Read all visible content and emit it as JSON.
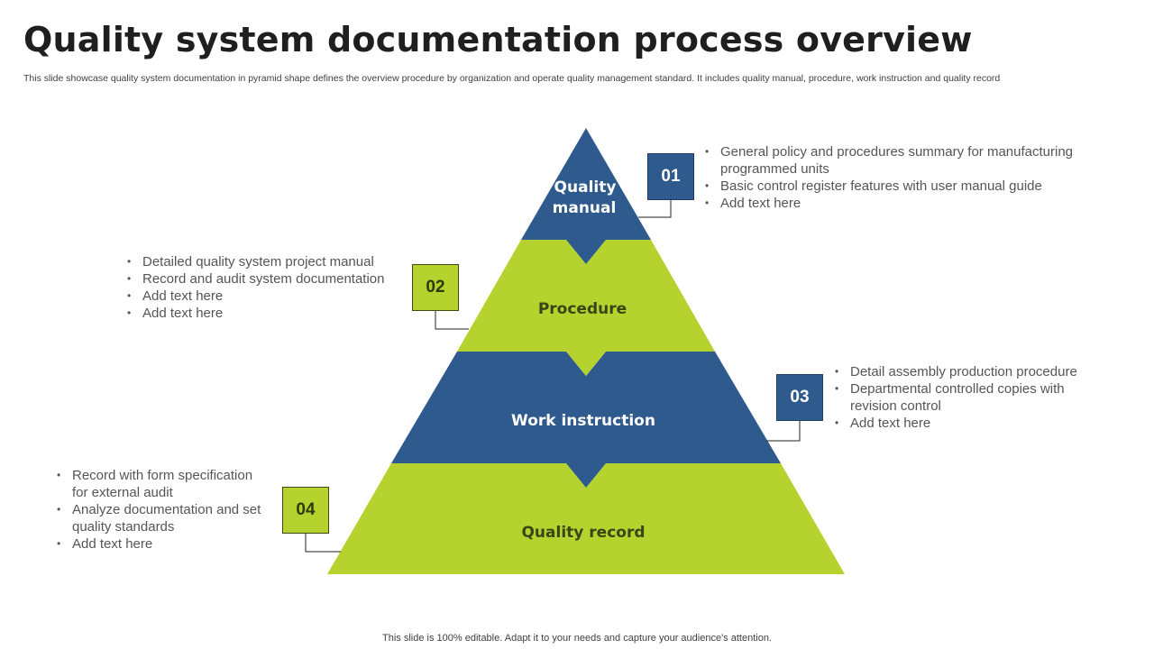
{
  "header": {
    "title": "Quality system documentation process overview",
    "subtitle": "This slide showcase quality system documentation in pyramid shape defines the overview procedure by organization and operate quality management standard. It includes quality manual, procedure, work instruction and quality record"
  },
  "pyramid": {
    "colors": {
      "blue": "#2e5a8e",
      "green": "#b5d22e",
      "green_text": "#3a4514"
    },
    "layers": [
      {
        "line1": "Quality",
        "line2": "manual",
        "color": "blue"
      },
      {
        "line1": "Procedure",
        "color": "green"
      },
      {
        "line1": "Work instruction",
        "color": "blue"
      },
      {
        "line1": "Quality record",
        "color": "green"
      }
    ]
  },
  "steps": [
    {
      "number": "01",
      "bullets": [
        "General policy and procedures summary for manufacturing programmed units",
        "Basic control register features with user manual guide",
        "Add text here"
      ]
    },
    {
      "number": "02",
      "bullets": [
        "Detailed quality system project manual",
        "Record and audit system documentation",
        "Add text here",
        "Add text here"
      ]
    },
    {
      "number": "03",
      "bullets": [
        "Detail assembly production procedure",
        "Departmental controlled copies with revision control",
        "Add text here"
      ]
    },
    {
      "number": "04",
      "bullets": [
        "Record with form specification for external audit",
        "Analyze documentation and set quality standards",
        "Add text here"
      ]
    }
  ],
  "footer": {
    "text": "This slide is 100% editable. Adapt it to your needs and capture your audience's attention."
  }
}
